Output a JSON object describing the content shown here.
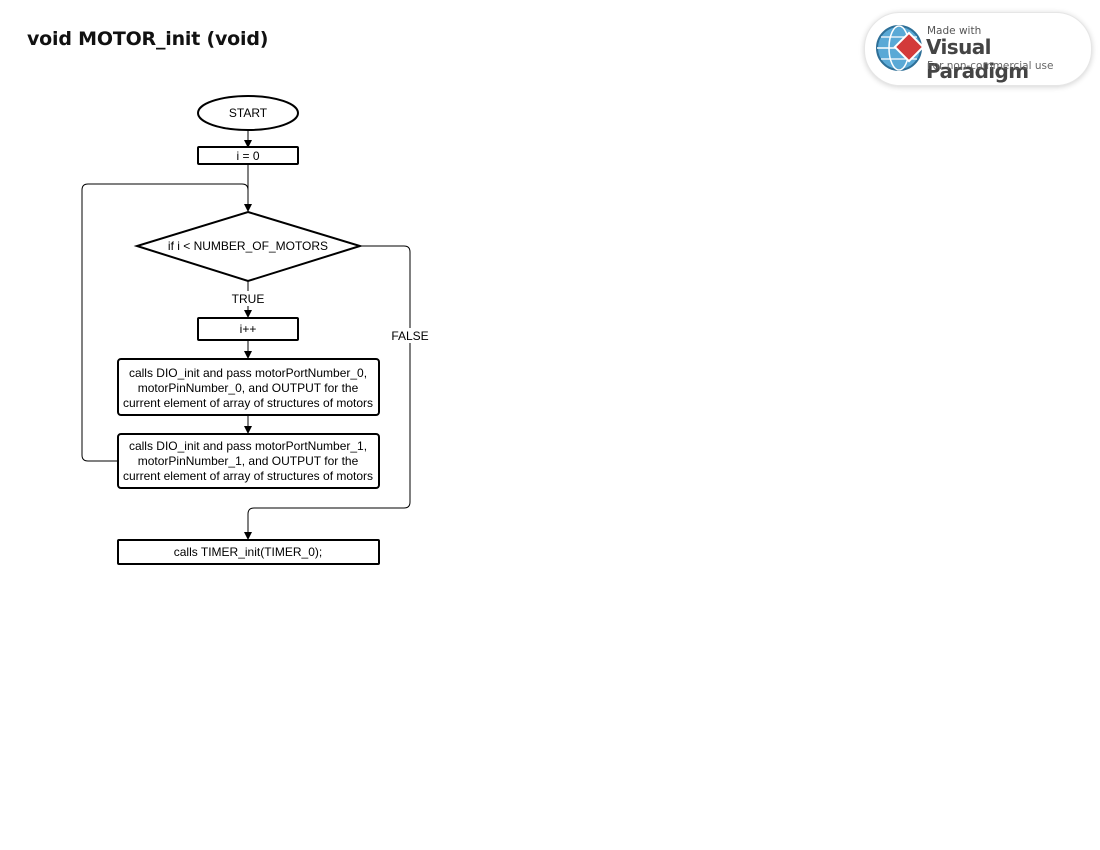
{
  "title": "void MOTOR_init (void)",
  "badge": {
    "made_with": "Made with",
    "brand": "Visual Paradigm",
    "sub": "For non-commercial use",
    "icon": "visual-paradigm-logo"
  },
  "flow": {
    "start": "START",
    "init": "i = 0",
    "decision": "if i < NUMBER_OF_MOTORS",
    "true_label": "TRUE",
    "false_label": "FALSE",
    "increment": "i++",
    "call1": [
      "calls DIO_init and pass motorPortNumber_0,",
      "motorPinNumber_0, and OUTPUT for the",
      "current element of array of structures of motors"
    ],
    "call2": [
      "calls DIO_init and pass motorPortNumber_1,",
      "motorPinNumber_1, and OUTPUT for the",
      "current element of array of structures of motors"
    ],
    "timer": "calls TIMER_init(TIMER_0);"
  }
}
